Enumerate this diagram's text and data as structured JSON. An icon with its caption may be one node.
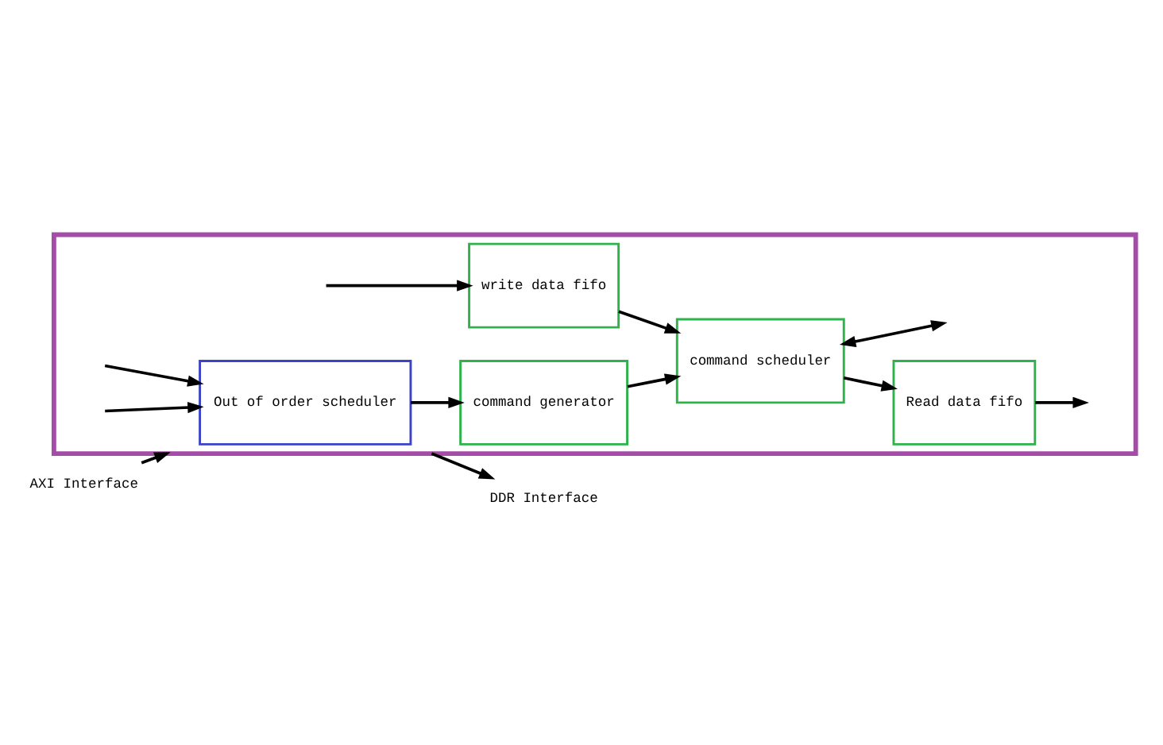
{
  "diagram": {
    "nodes": [
      {
        "text": [],
        "shape": "box"
      },
      {
        "text": [
          "Out of order scheduler"
        ],
        "in": 0
      },
      {
        "text": [
          "command generator"
        ],
        "in": 0
      },
      {
        "text": [
          "command scheduler"
        ],
        "in": 0
      },
      {
        "text": [
          "write data fifo"
        ],
        "in": 0
      },
      {
        "text": [
          "Read data fifo"
        ],
        "in": 0
      },
      {
        "text": [
          "AXI Interface"
        ]
      },
      {
        "text": [
          "DDR Interface"
        ]
      }
    ],
    "edges": [
      {
        "from": null,
        "to": 1,
        "arrow": "to"
      },
      {
        "from": null,
        "to": 1,
        "arrow": "to"
      },
      {
        "from": 1,
        "to": 2,
        "arrow": "to"
      },
      {
        "from": 2,
        "to": 3,
        "arrow": "to"
      },
      {
        "from": 3,
        "to": null,
        "arrow": "both"
      },
      {
        "from": null,
        "to": 4,
        "arrow": "to"
      },
      {
        "from": 4,
        "to": 3,
        "arrow": "to"
      },
      {
        "from": 3,
        "to": 5,
        "arrow": "to"
      },
      {
        "from": 5,
        "to": null,
        "arrow": "to"
      },
      {
        "from": 6,
        "to": 0,
        "arrow": "to"
      },
      {
        "from": 0,
        "to": 7,
        "arrow": "to"
      }
    ]
  }
}
